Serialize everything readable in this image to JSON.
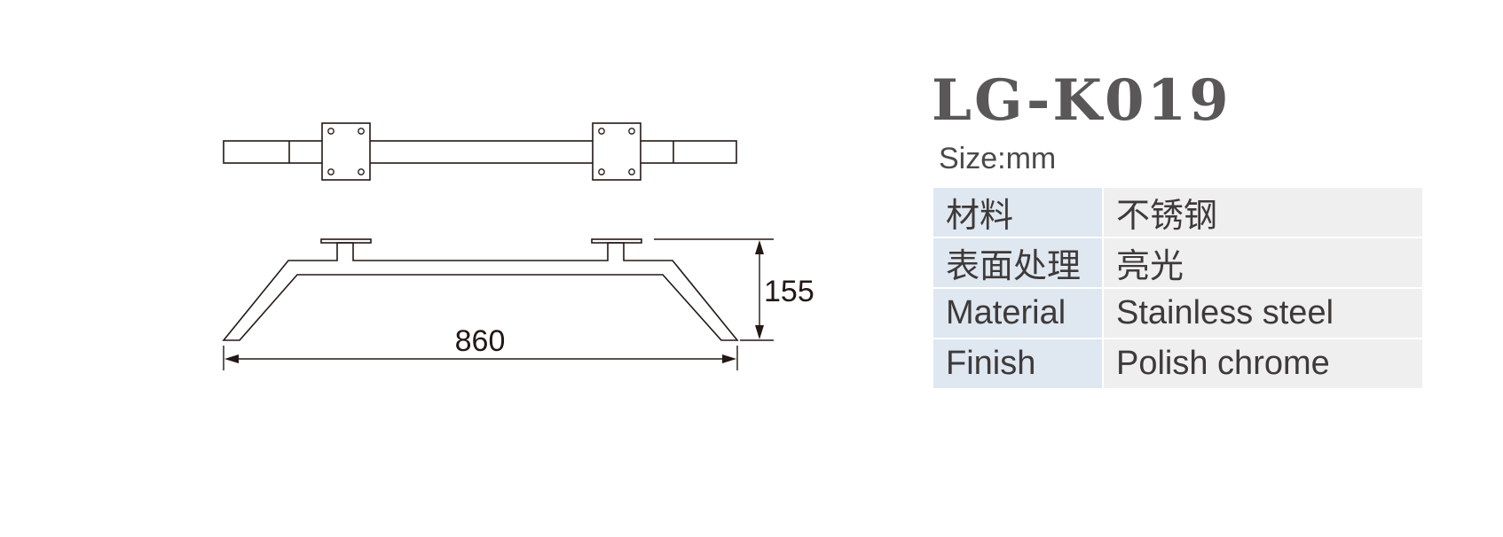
{
  "product": {
    "model": "LG-K019",
    "size_unit_note": "Size:mm"
  },
  "drawing": {
    "width_dimension": "860",
    "height_dimension": "155"
  },
  "specs": [
    {
      "label": "材料",
      "value": "不锈钢"
    },
    {
      "label": "表面处理",
      "value": "亮光"
    },
    {
      "label": "Material",
      "value": "Stainless steel"
    },
    {
      "label": "Finish",
      "value": "Polish chrome"
    }
  ],
  "colors": {
    "line": "#231815",
    "title": "#595757",
    "label_cell_bg": "#dfe7f1",
    "value_cell_bg": "#efefef"
  }
}
